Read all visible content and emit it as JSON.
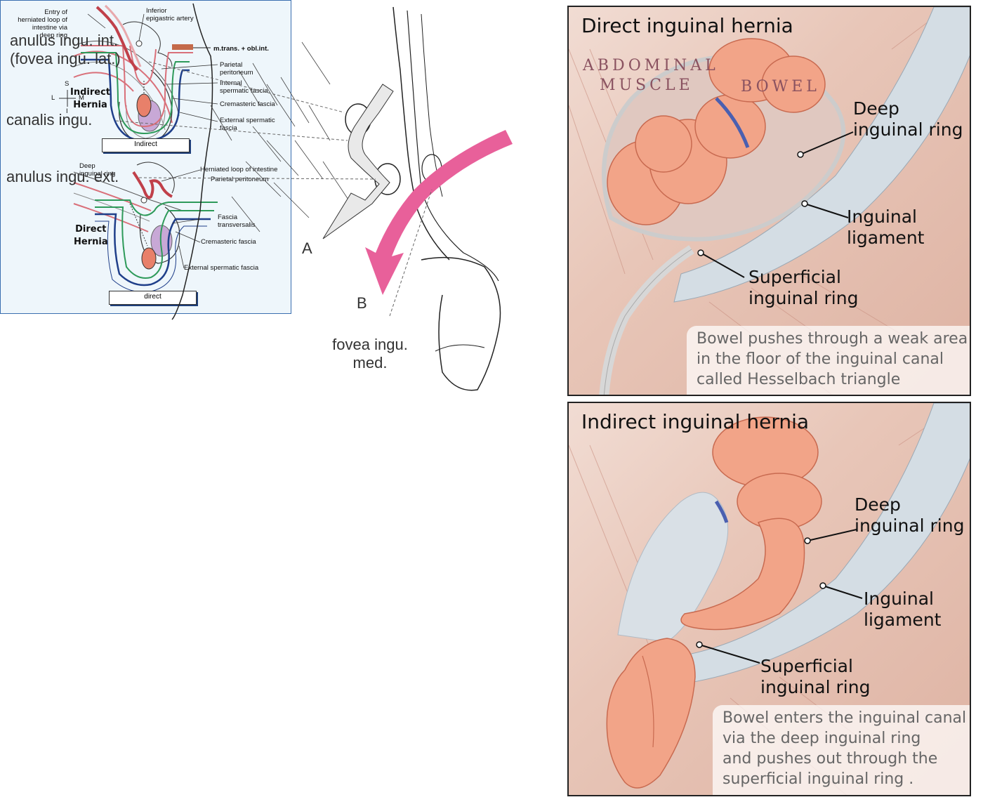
{
  "panel1": {
    "indirect_label": "Indirect\nHernia",
    "direct_label": "Direct\nHernia"
  },
  "panel2": {
    "entry_label": "Entry of\nherniated loop of\nintestine via\ndeep ring",
    "inferior_epigastric": "Inferior\nepigastric artery",
    "mtrans": "m.trans. + obl.int.",
    "parietal_peritoneum": "Parietal\nperitoneum",
    "internal_spermatic": "Internal\nspermatic fascia",
    "cremasteric_fascia": "Cremasteric fascia",
    "external_spermatic": "External spermatic\nfascia",
    "indirect_box": "Indirect",
    "compass_s": "S",
    "compass_l": "L",
    "compass_m": "M",
    "compass_i": "I",
    "deep_inguinal_ring": "Deep\ninguinal ring",
    "herniated_loop": "Herniated loop of intestine",
    "parietal_peritoneum2": "Parietal peritoneum",
    "fascia_transversalis": "Fascia\ntransversalis",
    "cremasteric_fascia2": "Cremasteric fascia",
    "external_spermatic2": "External spermatic fascia",
    "direct_box": "direct"
  },
  "panel3": {
    "anulus_int": "anulus ingu. int.\n(fovea ingu. lat.)",
    "canalis": "canalis ingu.",
    "anulus_ext": "anulus ingu. ext.",
    "label_a": "A",
    "label_b": "B",
    "fovea_med": "fovea ingu.\nmed."
  },
  "direct_panel": {
    "title": "Direct inguinal hernia",
    "abdominal_muscle": "ABDOMINAL\n  MUSCLE",
    "bowel": "BOWEL",
    "deep_ring": "Deep\ninguinal ring",
    "ligament": "Inguinal\nligament",
    "superficial_ring": "Superficial\ninguinal ring",
    "note": "Bowel pushes through a weak area\nin the floor of the inguinal canal\ncalled Hesselbach triangle"
  },
  "indirect_panel": {
    "title": "Indirect inguinal hernia",
    "deep_ring": "Deep\ninguinal ring",
    "ligament": "Inguinal\nligament",
    "superficial_ring": "Superficial\ninguinal ring",
    "note": "Bowel enters the inguinal canal\nvia the deep inguinal ring\nand pushes out through the\nsuperficial inguinal ring ."
  },
  "colors": {
    "layer_red": "#d9707a",
    "layer_green": "#2e9a5a",
    "layer_blue": "#1f3f8a",
    "sac_purple": "#c8a8d6",
    "arrow_pink": "#e8609a",
    "tissue_pink": "#e8c6b8",
    "bowel_orange": "#f0a080"
  }
}
